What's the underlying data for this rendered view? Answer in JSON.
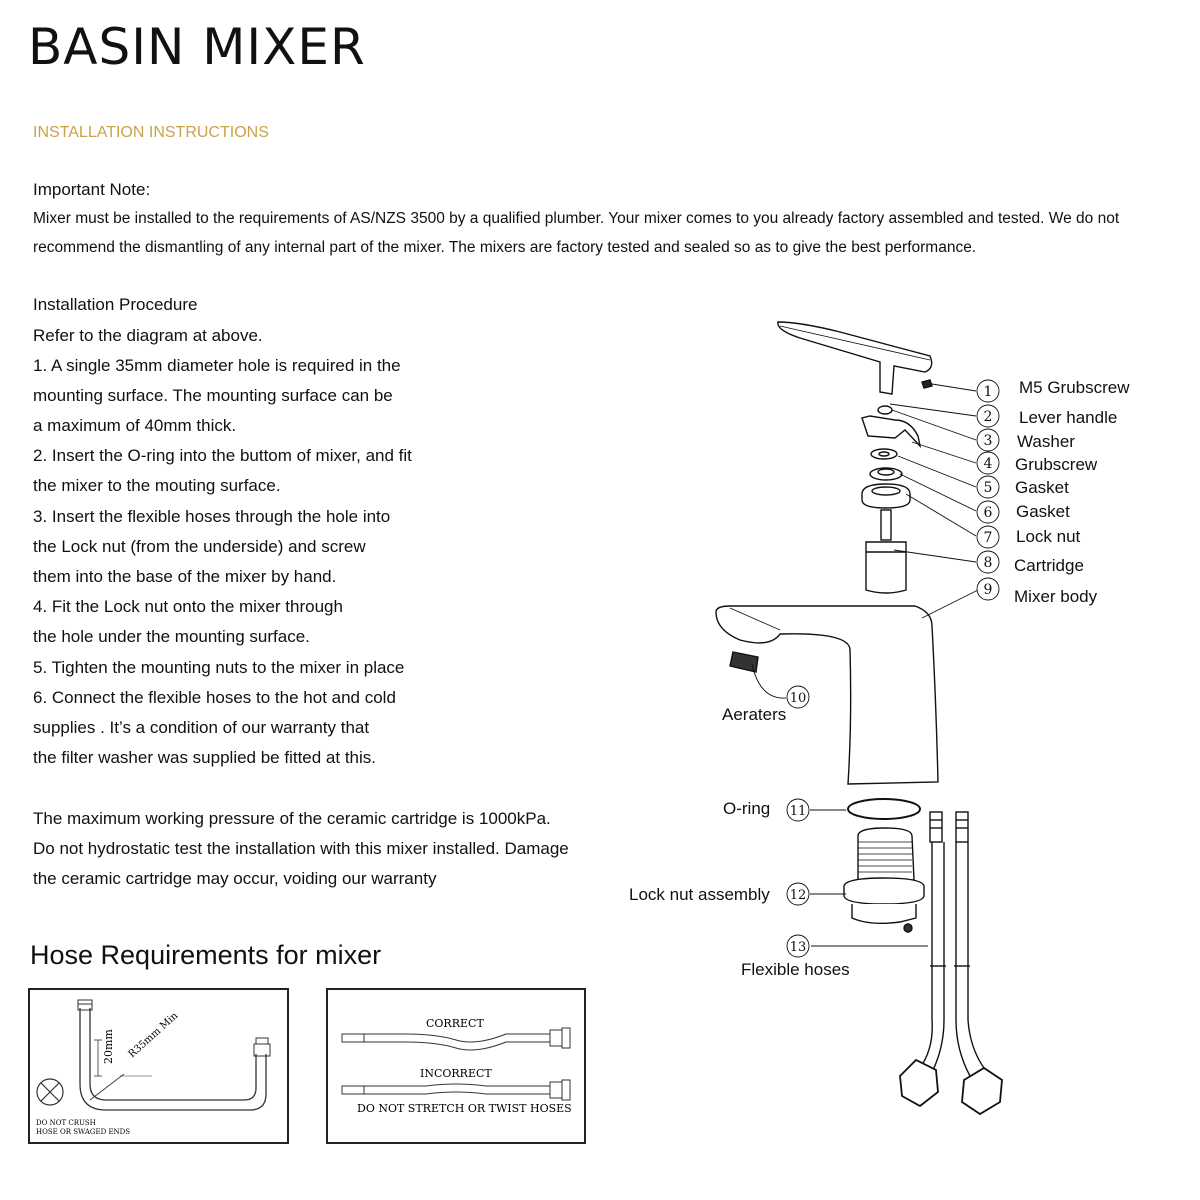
{
  "title": "BASIN MIXER",
  "subtitle": "INSTALLATION INSTRUCTIONS",
  "important_note": {
    "heading": "Important Note:",
    "lines": [
      "Mixer must be installed to the requirements of AS/NZS 3500 by a qualified plumber. Your mixer comes to you already factory assembled and tested. We do not",
      "recommend the dismantling of any internal part of the mixer. The mixers are factory tested and sealed so as to give the best performance."
    ]
  },
  "procedure": {
    "lines": [
      "Installation Procedure",
      "Refer to the diagram at above.",
      "1. A single 35mm diameter hole is required in the",
      "mounting surface. The mounting surface can be",
      "a maximum of 40mm thick.",
      "2. Insert the O-ring into the buttom of mixer, and fit",
      "the mixer to the mouting surface.",
      "3. Insert the flexible hoses through the hole into",
      "the Lock nut (from the underside) and screw",
      "them into the base of the mixer by hand.",
      "4. Fit the Lock nut onto the mixer through",
      "the hole under the mounting surface.",
      "5. Tighten the mounting nuts to the mixer in place",
      "6. Connect the flexible hoses to the hot and cold",
      "supplies . It’s a condition of our warranty that",
      "the filter washer was supplied be fitted at this."
    ]
  },
  "pressure_note": {
    "lines": [
      "The maximum working pressure of the ceramic cartridge is 1000kPa.",
      "Do not hydrostatic test the installation with this mixer installed. Damage",
      "the ceramic cartridge may occur, voiding our warranty"
    ]
  },
  "hose_requirements": {
    "title": "Hose Requirements for mixer",
    "bend_dimension": "20mm",
    "radius_label": "R35mm Min",
    "crush_warning_line1": "DO NOT CRUSH",
    "crush_warning_line2": "HOSE OR SWAGED ENDS",
    "correct_label": "CORRECT",
    "incorrect_label": "INCORRECT",
    "stretch_warning": "DO NOT STRETCH OR TWIST HOSES"
  },
  "parts": [
    {
      "num": "1",
      "label": "M5 Grubscrew"
    },
    {
      "num": "2",
      "label": "Lever handle"
    },
    {
      "num": "3",
      "label": "Washer"
    },
    {
      "num": "4",
      "label": "Grubscrew"
    },
    {
      "num": "5",
      "label": "Gasket"
    },
    {
      "num": "6",
      "label": "Gasket"
    },
    {
      "num": "7",
      "label": "Lock nut"
    },
    {
      "num": "8",
      "label": "Cartridge"
    },
    {
      "num": "9",
      "label": "Mixer body"
    },
    {
      "num": "10",
      "label": "Aeraters"
    },
    {
      "num": "11",
      "label": "O-ring"
    },
    {
      "num": "12",
      "label": "Lock nut assembly"
    },
    {
      "num": "13",
      "label": "Flexible hoses"
    }
  ]
}
